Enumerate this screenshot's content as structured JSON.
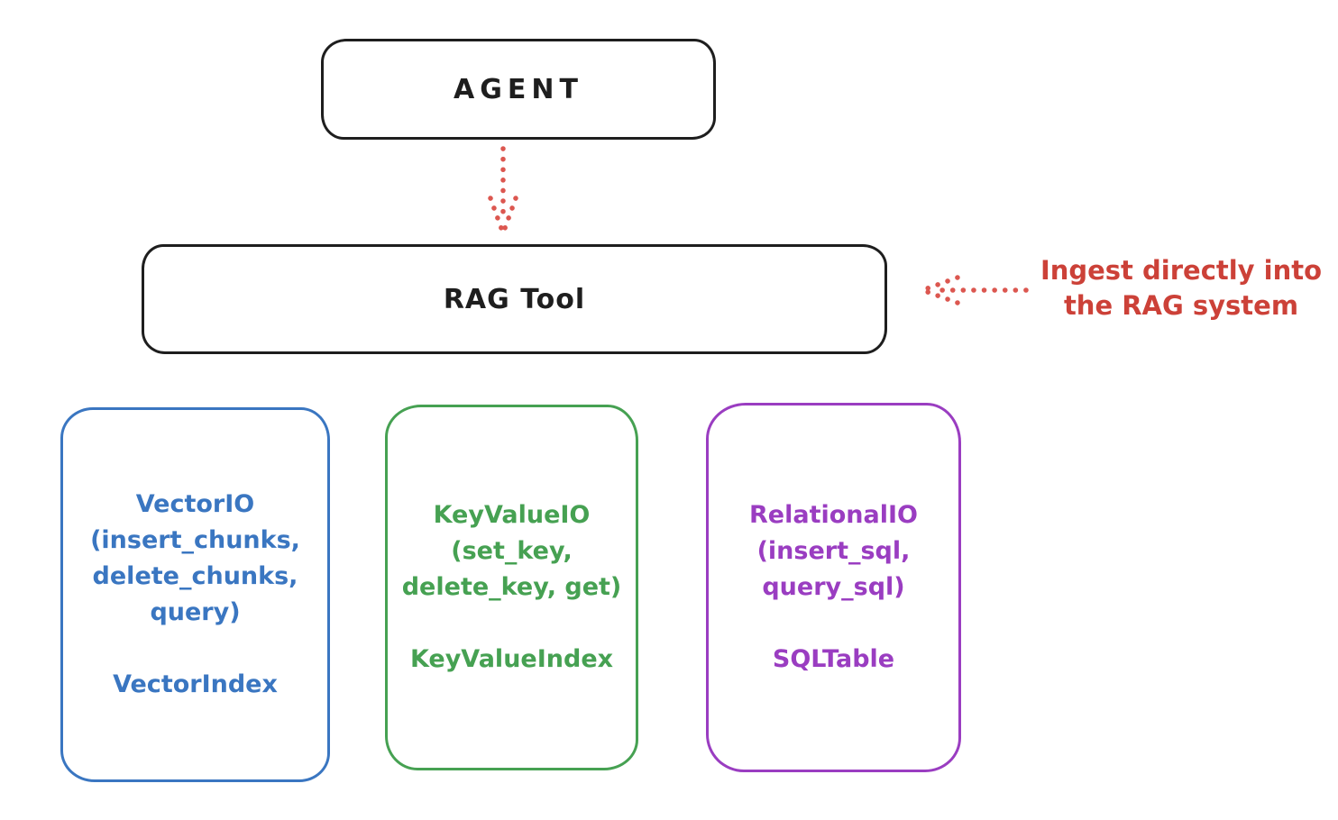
{
  "colors": {
    "background": "#ffffff",
    "ink": "#1e1e1e",
    "blue": "#3a76c1",
    "green": "#46a152",
    "purple": "#9a3dc1",
    "red_text": "#cc4138",
    "red_arrow": "#dc5750"
  },
  "nodes": {
    "agent": {
      "label": "AGENT"
    },
    "rag_tool": {
      "label": "RAG Tool"
    },
    "vector_io": {
      "lines": [
        "VectorIO",
        "(insert_chunks,",
        "delete_chunks,",
        "query)"
      ],
      "index_label": "VectorIndex",
      "accent": "#3a76c1"
    },
    "key_value_io": {
      "lines": [
        "KeyValueIO",
        "(set_key,",
        "delete_key, get)"
      ],
      "index_label": "KeyValueIndex",
      "accent": "#46a152"
    },
    "relational_io": {
      "lines": [
        "RelationalIO",
        "(insert_sql,",
        "query_sql)"
      ],
      "index_label": "SQLTable",
      "accent": "#9a3dc1"
    }
  },
  "annotation": {
    "line1": "Ingest directly into",
    "line2": "the RAG system"
  },
  "icons": {
    "agent_to_rag": "dotted-arrow-down-icon",
    "annotation_pointer": "dotted-arrow-left-icon"
  }
}
